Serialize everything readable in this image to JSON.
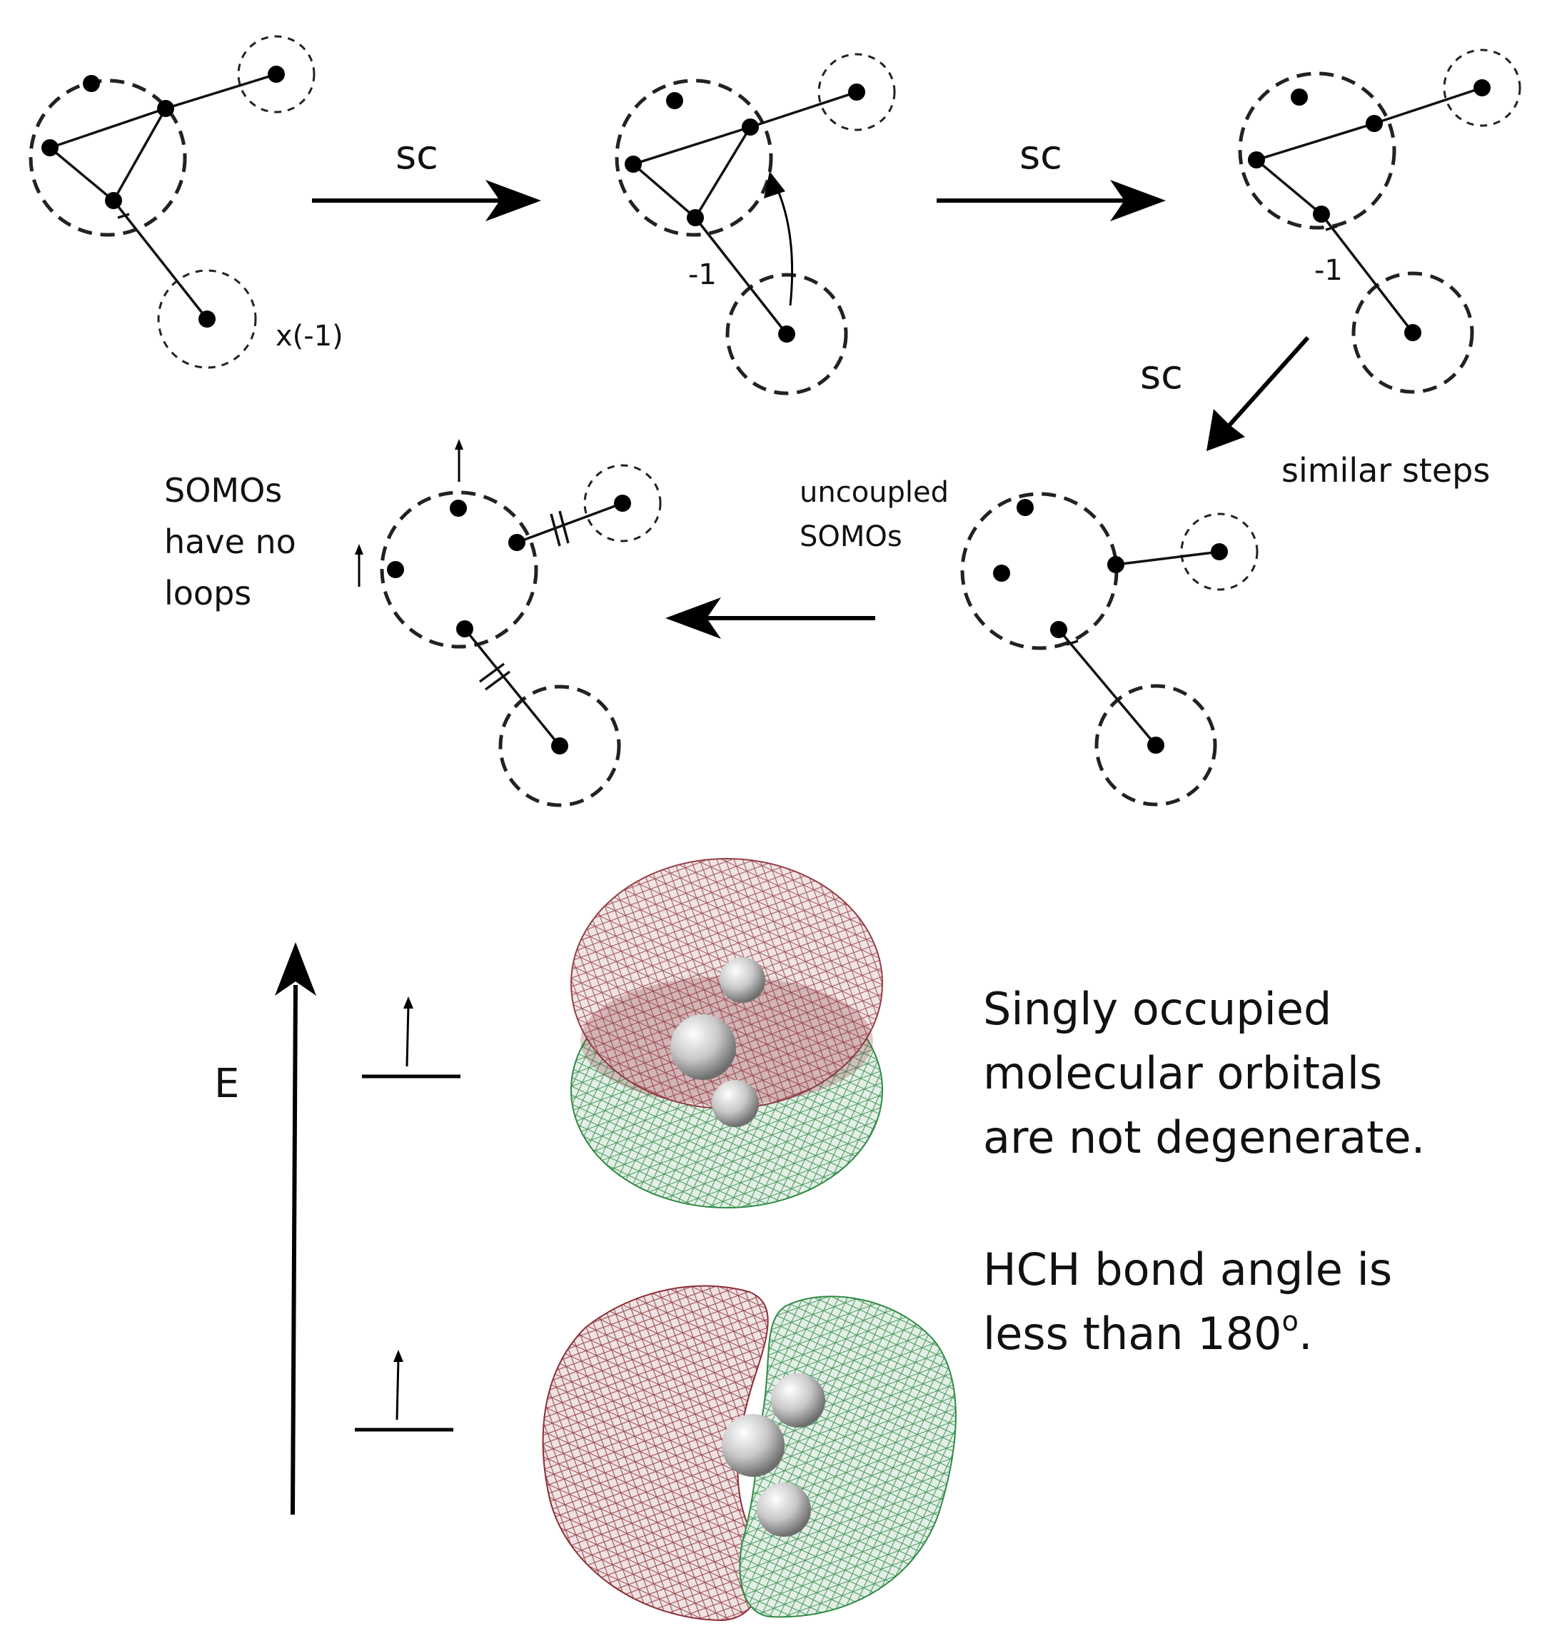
{
  "labels": {
    "sc1": "sc",
    "sc2": "sc",
    "sc3": "sc",
    "times_minus_one": "x(-1)",
    "minus_one_a": "-1",
    "minus_one_b": "-1",
    "similar_steps": "similar steps",
    "uncoupled_line1": "uncoupled",
    "uncoupled_line2": "SOMOs",
    "somos_line1": "SOMOs",
    "somos_line2": "have no",
    "somos_line3": "loops",
    "energy_axis": "E",
    "caption1_line1": "Singly occupied",
    "caption1_line2": "molecular orbitals",
    "caption1_line3": "are not degenerate.",
    "caption2_line1": "HCH bond angle is",
    "caption2_line2": "less than 180",
    "caption2_sup": "o",
    "caption2_end": "."
  },
  "colors": {
    "lobe_red": "#8c2e36",
    "lobe_green": "#2f8a46",
    "atom_gray": "#bfbfbf",
    "ink": "#000000"
  }
}
